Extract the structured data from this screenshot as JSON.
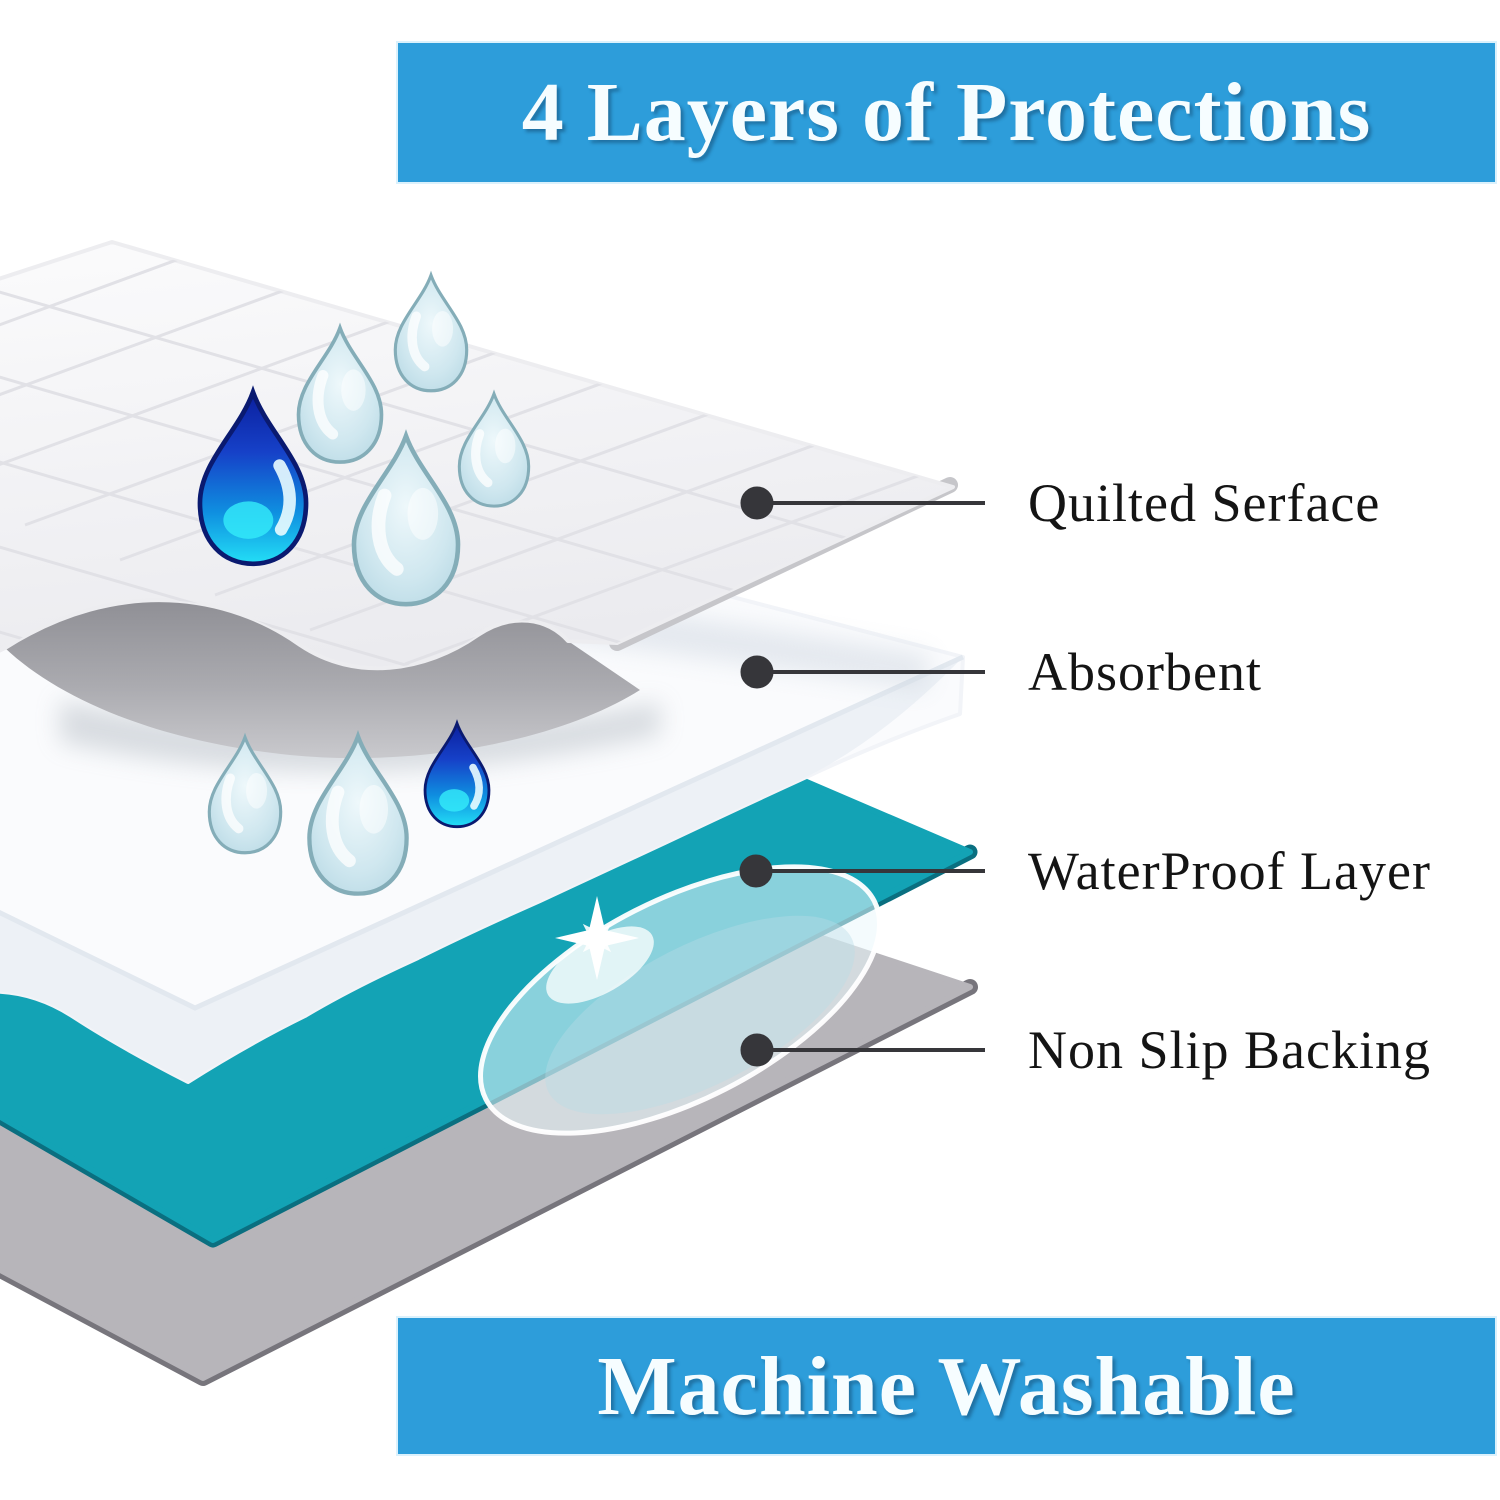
{
  "header_banner": {
    "text": "4 Layers of Protections"
  },
  "footer_banner": {
    "text": "Machine Washable"
  },
  "callouts": [
    {
      "label": "Quilted Serface"
    },
    {
      "label": "Absorbent"
    },
    {
      "label": "WaterProof Layer"
    },
    {
      "label": "Non Slip Backing"
    }
  ],
  "diagram": {
    "layers": [
      {
        "name": "quilted-surface",
        "color": "#f4f4f6"
      },
      {
        "name": "absorbent",
        "color": "#fafbfc"
      },
      {
        "name": "waterproof",
        "color": "#13a3b5"
      },
      {
        "name": "non-slip-backing",
        "color": "#b7b5ba"
      }
    ],
    "water_drops": {
      "top_cluster": 5,
      "middle_cluster": 3
    }
  },
  "palette": {
    "banner_blue": "#2d9dda",
    "banner_text": "#f6fdff",
    "label_text": "#141414",
    "leader_line": "#36363a",
    "teal_layer": "#13a3b5",
    "teal_edge": "#0a6f80",
    "gray_layer": "#b7b5ba",
    "gray_edge": "#77757c",
    "quilt_white": "#f6f6f8",
    "curl_gray": "#a3a3a8",
    "drop_light": "#bfdee9",
    "drop_dark_blue": "#1535c0",
    "drop_cyan": "#22d9f2"
  }
}
